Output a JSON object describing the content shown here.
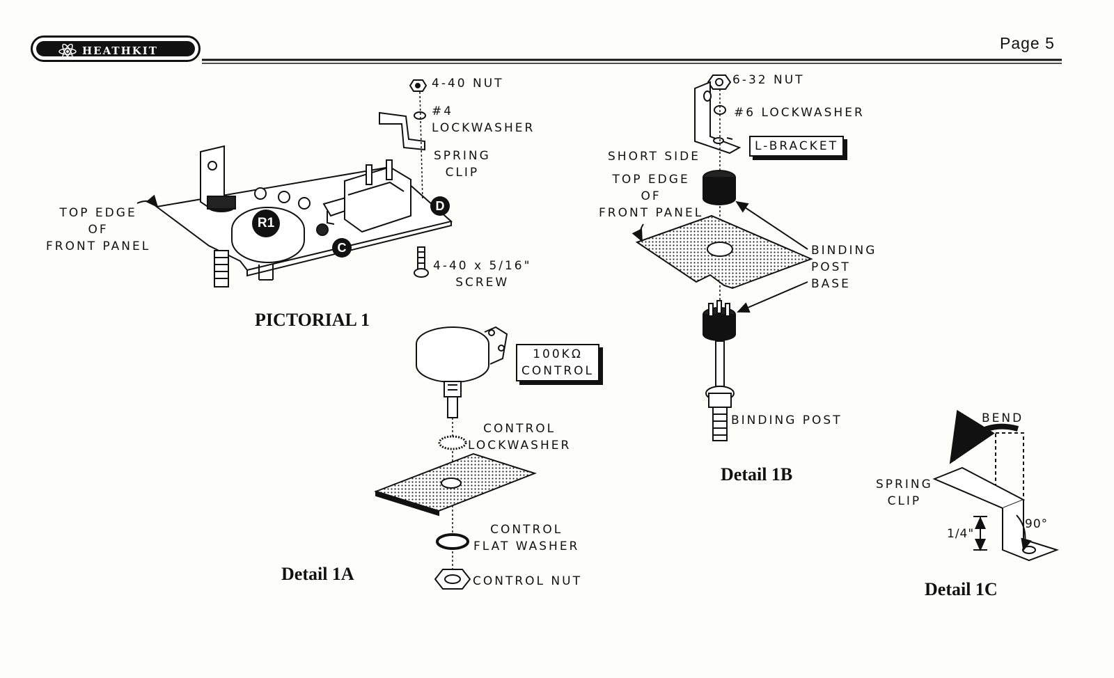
{
  "header": {
    "brand": "HEATHKIT",
    "page_number": "Page 5"
  },
  "pictorial1": {
    "caption": "PICTORIAL 1",
    "labels": {
      "nut": "4-40 NUT",
      "lockwasher": "#4\nLOCKWASHER",
      "spring_clip": "SPRING\nCLIP",
      "top_edge": "TOP EDGE\nOF\nFRONT PANEL",
      "screw": "4-40 x 5/16\"\nSCREW"
    },
    "markers": {
      "r1": "R1",
      "c": "C",
      "d": "D"
    }
  },
  "detail1a": {
    "caption": "Detail 1A",
    "boxed_label": "100KΩ\nCONTROL",
    "labels": {
      "control_lockwasher": "CONTROL\nLOCKWASHER",
      "control_flat_washer": "CONTROL\nFLAT WASHER",
      "control_nut": "CONTROL NUT"
    }
  },
  "detail1b": {
    "caption": "Detail 1B",
    "boxed_label": "L-BRACKET",
    "labels": {
      "nut": "6-32 NUT",
      "lockwasher": "#6 LOCKWASHER",
      "short_side": "SHORT SIDE",
      "top_edge": "TOP EDGE\nOF\nFRONT PANEL",
      "binding_post_base": "BINDING\nPOST\nBASE",
      "binding_post": "BINDING POST"
    }
  },
  "detail1c": {
    "caption": "Detail 1C",
    "labels": {
      "bend": "BEND",
      "spring_clip": "SPRING\nCLIP",
      "dimension": "1/4\"",
      "angle": "90°"
    }
  },
  "colors": {
    "ink": "#111111",
    "paper": "#fdfdfb"
  }
}
